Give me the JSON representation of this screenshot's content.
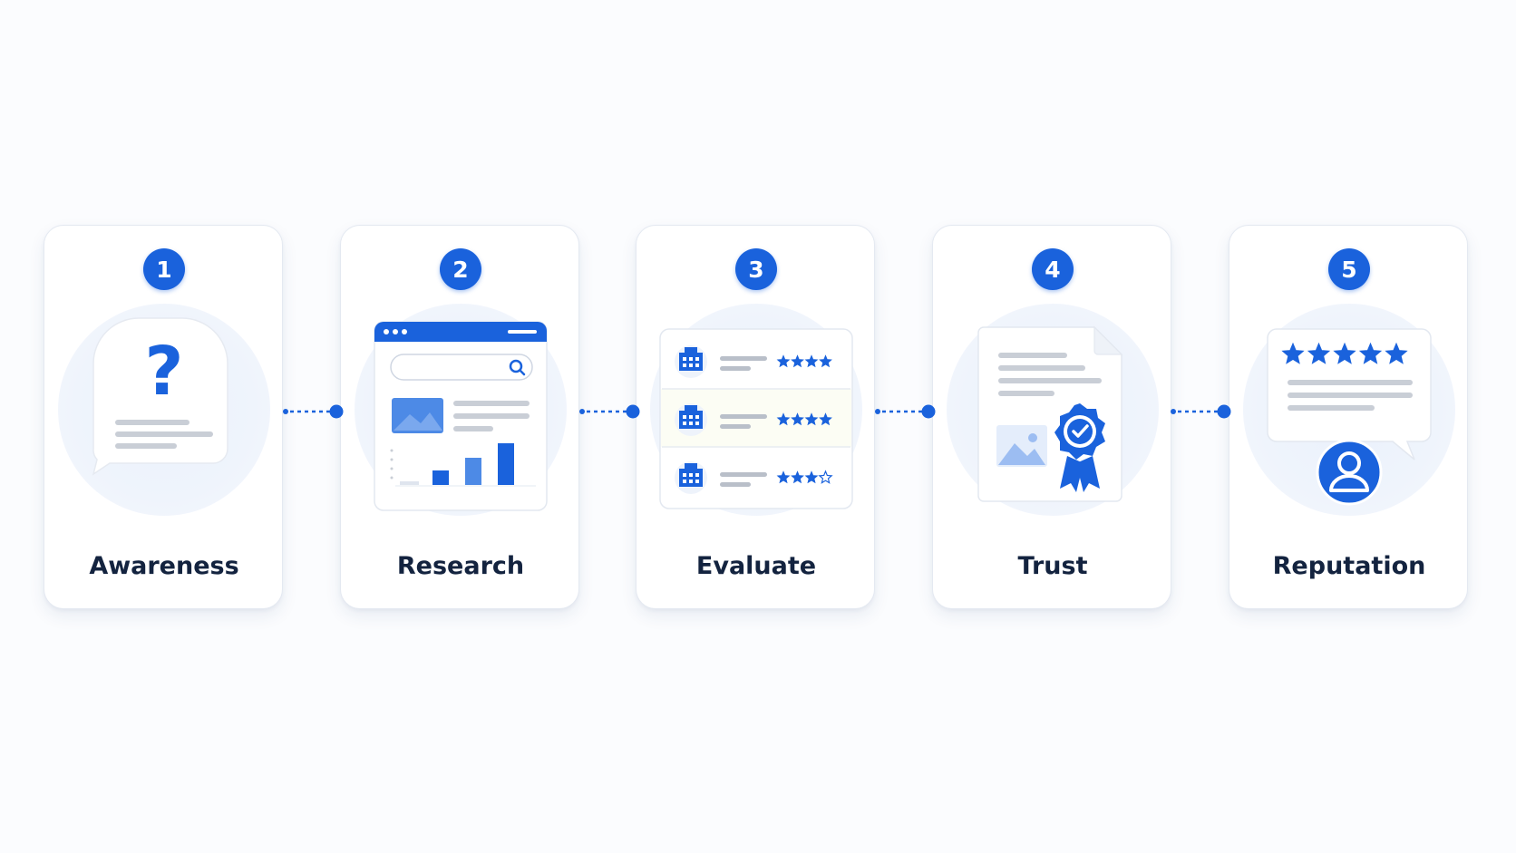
{
  "steps": [
    {
      "number": "1",
      "label": "Awareness",
      "icon": "question-bubble-icon"
    },
    {
      "number": "2",
      "label": "Research",
      "icon": "browser-search-icon"
    },
    {
      "number": "3",
      "label": "Evaluate",
      "icon": "rated-listings-icon"
    },
    {
      "number": "4",
      "label": "Trust",
      "icon": "certificate-badge-icon"
    },
    {
      "number": "5",
      "label": "Reputation",
      "icon": "review-profile-icon"
    }
  ],
  "illustration": {
    "question_mark": "?",
    "evaluate_ratings": [
      {
        "filled": 4,
        "max": 4
      },
      {
        "filled": 4,
        "max": 4
      },
      {
        "filled": 3,
        "max": 4
      }
    ],
    "review_stars": {
      "filled": 5,
      "max": 5
    }
  },
  "colors": {
    "primary": "#1a62dc",
    "light_blue": "#6fa0ec",
    "text": "#13233f",
    "line_gray": "#c9ced6",
    "halo": "#eaf1fc"
  }
}
